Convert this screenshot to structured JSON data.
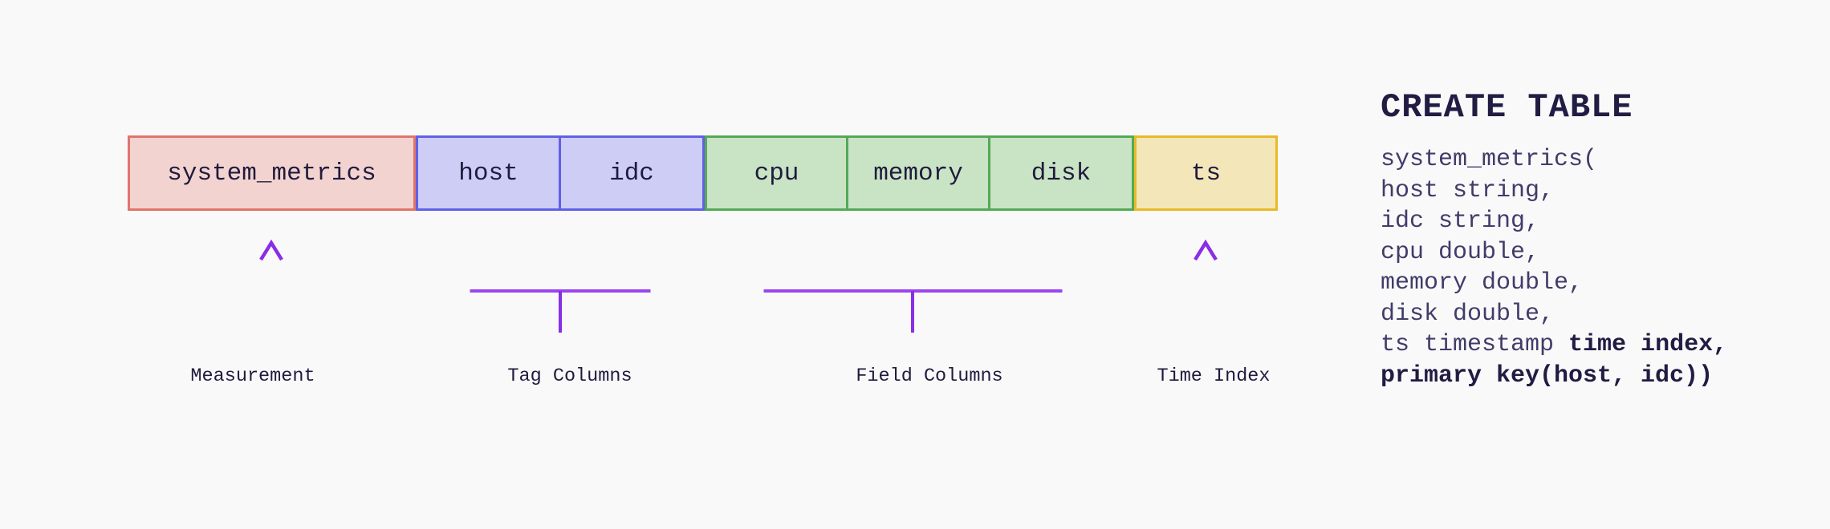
{
  "diagram": {
    "boxes": [
      {
        "label": "system_metrics",
        "role": "measurement"
      },
      {
        "label": "host",
        "role": "tag"
      },
      {
        "label": "idc",
        "role": "tag"
      },
      {
        "label": "cpu",
        "role": "field"
      },
      {
        "label": "memory",
        "role": "field"
      },
      {
        "label": "disk",
        "role": "field"
      },
      {
        "label": "ts",
        "role": "time"
      }
    ],
    "annotations": [
      {
        "label": "Measurement",
        "connector": "up-arrow"
      },
      {
        "label": "Tag Columns",
        "connector": "bracket"
      },
      {
        "label": "Field Columns",
        "connector": "bracket"
      },
      {
        "label": "Time Index",
        "connector": "up-arrow"
      }
    ],
    "colors": {
      "background": "#f9f9fa",
      "measurement_fill": "#f3d3d0",
      "measurement_border": "#e0756b",
      "tag_fill": "#cdcdf6",
      "tag_border": "#6060e8",
      "field_fill": "#c9e3c5",
      "field_border": "#55a955",
      "time_fill": "#f3e6b8",
      "time_border": "#e8ba28",
      "connector_purple": "#8a2ee6",
      "connector_purple_light": "#cfc0f3",
      "text": "#201b3d"
    }
  },
  "code": {
    "heading": "CREATE TABLE",
    "lines": [
      {
        "pre": "system_metrics(",
        "bold": ""
      },
      {
        "pre": "host string,",
        "bold": ""
      },
      {
        "pre": "idc string,",
        "bold": ""
      },
      {
        "pre": "cpu double,",
        "bold": ""
      },
      {
        "pre": "memory double,",
        "bold": ""
      },
      {
        "pre": "disk double,",
        "bold": ""
      },
      {
        "pre": "ts timestamp ",
        "bold": "time index,"
      },
      {
        "pre": "",
        "bold": "primary key(host, idc))"
      }
    ]
  }
}
